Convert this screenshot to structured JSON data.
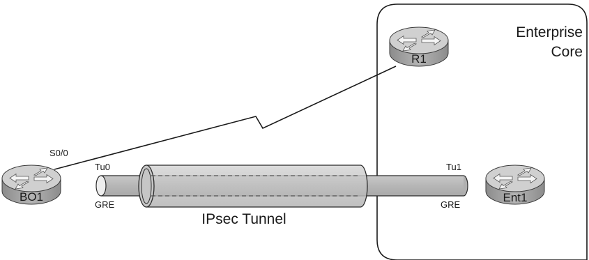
{
  "enterprise": {
    "line1": "Enterprise",
    "line2": "Core"
  },
  "routers": {
    "bo1": {
      "label": "BO1",
      "interface": "S0/0"
    },
    "r1": {
      "label": "R1"
    },
    "ent1": {
      "label": "Ent1"
    }
  },
  "tunnel": {
    "left_interface": "Tu0",
    "right_interface": "Tu1",
    "left_encap": "GRE",
    "right_encap": "GRE",
    "ipsec_label": "IPsec Tunnel"
  },
  "colors": {
    "pipe_fill": "#bdbdbd",
    "router_body": "#a8a8a8",
    "router_top": "#d2d2d2",
    "line": "#1a1a1a"
  },
  "icons": [
    "router-icon",
    "serial-link-icon"
  ]
}
